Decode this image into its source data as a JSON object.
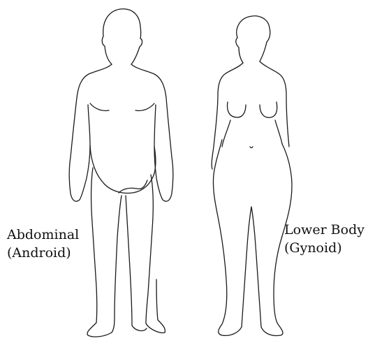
{
  "figures": {
    "android": {
      "line1": "Abdominal",
      "line2": "(Android)"
    },
    "gynoid": {
      "line1": "Lower Body",
      "line2": "(Gynoid)"
    }
  }
}
